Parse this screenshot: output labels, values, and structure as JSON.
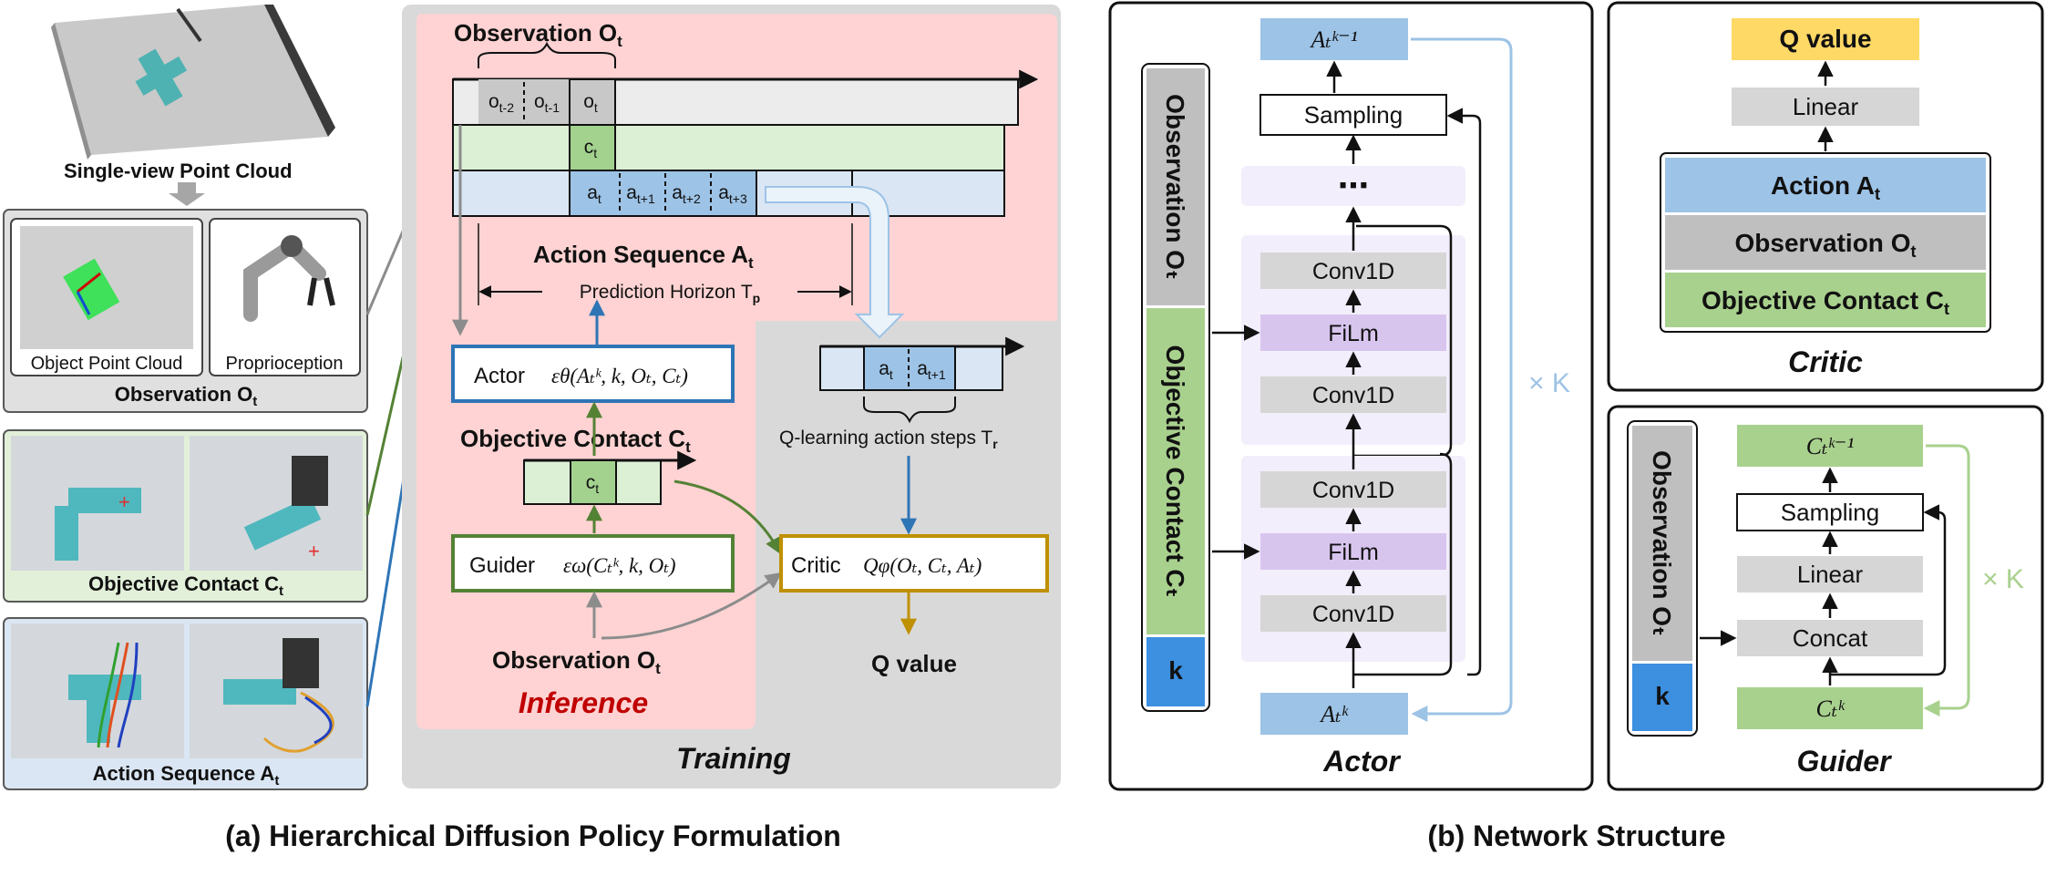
{
  "colors": {
    "training_bg": "#d9d9d9",
    "inference_bg": "#ffd3d3",
    "observation_row": "#ececec",
    "contact_row": "#dcf0d6",
    "action_row": "#dae6f3",
    "obs_cell": "#c8c8c8",
    "contact_cell": "#a3d28e",
    "action_cell": "#9dc3e6",
    "k_cell": "#3d8fe0",
    "film": "#d8c5ee",
    "block_gray": "#d6d6d6",
    "q_value": "#ffd966",
    "actor_border": "#2e75b6",
    "guider_border": "#548235",
    "critic_border": "#bf9000",
    "inference_text": "#c00000",
    "loop_blue": "#9dc3e6",
    "loop_green": "#a9d18e"
  },
  "icons": [
    "point-cloud-image",
    "object-point-cloud-image",
    "robot-arm-image",
    "contact-image",
    "action-trajectory-image"
  ],
  "left": {
    "point_cloud_caption": "Single-view Point Cloud",
    "object_point_cloud": "Object Point Cloud",
    "proprioception": "Proprioception",
    "observation_caption": "Observation O",
    "observation_sub": "t",
    "contact_caption": "Objective Contact C",
    "contact_sub": "t",
    "action_caption": "Action Sequence A",
    "action_sub": "t"
  },
  "middle": {
    "observation_header": "Observation O",
    "observation_header_sub": "t",
    "obs_cells": [
      {
        "base": "o",
        "sub": "t-2"
      },
      {
        "base": "o",
        "sub": "t-1"
      },
      {
        "base": "o",
        "sub": "t"
      }
    ],
    "contact_cell": {
      "base": "c",
      "sub": "t"
    },
    "action_cells": [
      {
        "base": "a",
        "sub": "t"
      },
      {
        "base": "a",
        "sub": "t+1"
      },
      {
        "base": "a",
        "sub": "t+2"
      },
      {
        "base": "a",
        "sub": "t+3"
      }
    ],
    "action_sequence": "Action Sequence A",
    "action_sequence_sub": "t",
    "prediction_horizon": "Prediction Horizon T",
    "prediction_horizon_sub": "p",
    "actor_label": "Actor",
    "actor_formula": "εθ(Aₜᵏ, k, Oₜ, Cₜ)",
    "objective_contact": "Objective Contact C",
    "objective_contact_sub": "t",
    "guider_label": "Guider",
    "guider_formula": "εω(Cₜᵏ, k, Oₜ)",
    "observation_bottom": "Observation O",
    "observation_bottom_sub": "t",
    "inference": "Inference",
    "q_cells": [
      {
        "base": "a",
        "sub": "t"
      },
      {
        "base": "a",
        "sub": "t+1"
      }
    ],
    "q_steps": "Q-learning action steps T",
    "q_steps_sub": "r",
    "critic_label": "Critic",
    "critic_formula": "Qφ(Oₜ, Cₜ, Aₜ)",
    "q_value": "Q value",
    "training": "Training",
    "caption": "(a) Hierarchical Diffusion Policy Formulation"
  },
  "actor": {
    "output": "Aₜᵏ⁻¹",
    "sampling": "Sampling",
    "ellipsis": "⋯",
    "blocks_top": [
      "Conv1D",
      "FiLm",
      "Conv1D"
    ],
    "blocks_bottom": [
      "Conv1D",
      "FiLm",
      "Conv1D"
    ],
    "input": "Aₜᵏ",
    "side_observation": "Observation Oₜ",
    "side_contact": "Objective Contact Cₜ",
    "side_k": "k",
    "loop": "× K",
    "title": "Actor"
  },
  "critic": {
    "output": "Q value",
    "linear": "Linear",
    "action": "Action A",
    "action_sub": "t",
    "observation": "Observation O",
    "observation_sub": "t",
    "contact": "Objective Contact C",
    "contact_sub": "t",
    "title": "Critic"
  },
  "guider": {
    "output": "Cₜᵏ⁻¹",
    "sampling": "Sampling",
    "linear": "Linear",
    "concat": "Concat",
    "input": "Cₜᵏ",
    "side_observation": "Observation Oₜ",
    "side_k": "k",
    "loop": "× K",
    "title": "Guider"
  },
  "caption_b": "(b) Network Structure"
}
